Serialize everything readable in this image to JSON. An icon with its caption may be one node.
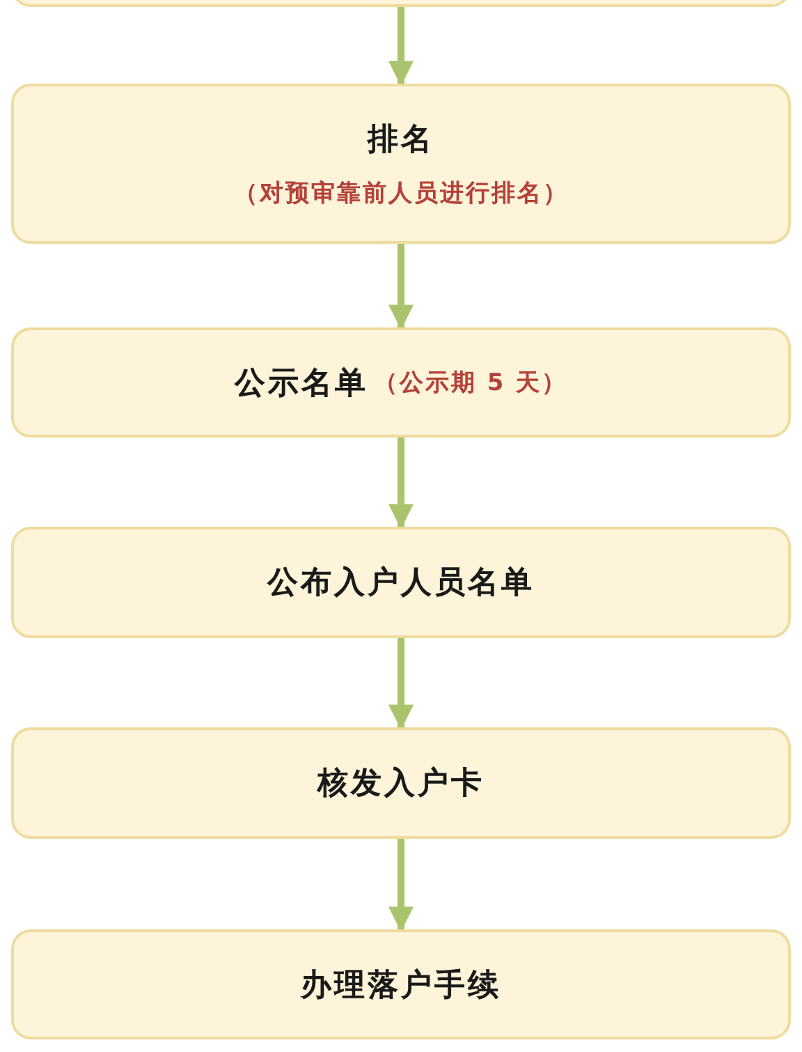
{
  "diagram": {
    "nodes": [
      {
        "text": [],
        "shape": "box"
      },
      {
        "text": [
          "排名",
          "（对预审靠前人员进行排名）"
        ]
      },
      {
        "text": [
          "公示名单",
          "（公示期 5 天）"
        ]
      },
      {
        "text": [
          "公布入户人员名单"
        ]
      },
      {
        "text": [
          "核发入户卡"
        ]
      },
      {
        "text": [
          "办理落户手续"
        ]
      }
    ],
    "edges": [
      {
        "from": 0,
        "to": 1,
        "arrow": "to"
      },
      {
        "from": 1,
        "to": 2,
        "arrow": "to"
      },
      {
        "from": 2,
        "to": 3,
        "arrow": "to"
      },
      {
        "from": 3,
        "to": 4,
        "arrow": "to"
      },
      {
        "from": 4,
        "to": 5,
        "arrow": "to"
      }
    ]
  }
}
